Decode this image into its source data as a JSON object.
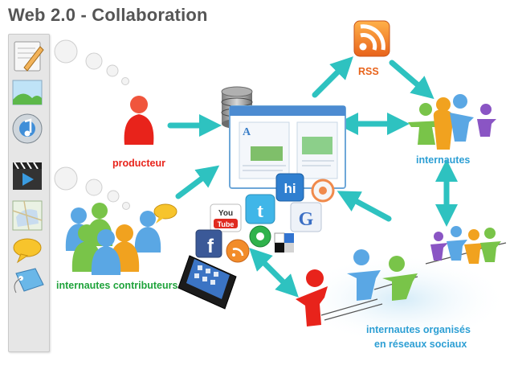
{
  "title": "Web 2.0 - Collaboration",
  "labels": {
    "producteur": "producteur",
    "rss": "RSS",
    "internautes": "internautes",
    "internautes_contributeurs": "internautes contributeurs",
    "reseaux_line1": "internautes organisés",
    "reseaux_line2": "en réseaux sociaux"
  },
  "logos": {
    "youtube_you": "You",
    "youtube_tube": "Tube",
    "facebook": "f",
    "google": "G",
    "hi5": "hi"
  },
  "toolbar_icons": [
    "document-edit-icon",
    "photo-landscape-icon",
    "music-note-icon",
    "video-clapper-icon",
    "map-icon",
    "speech-bubble-icon",
    "tag-label-icon"
  ],
  "colors": {
    "arrow": "#2ec2c0",
    "producer": "#e8231b",
    "rss": "#e8631b",
    "internautes": "#2d9fd4",
    "contributeurs": "#1fa33b",
    "title": "#555555"
  }
}
